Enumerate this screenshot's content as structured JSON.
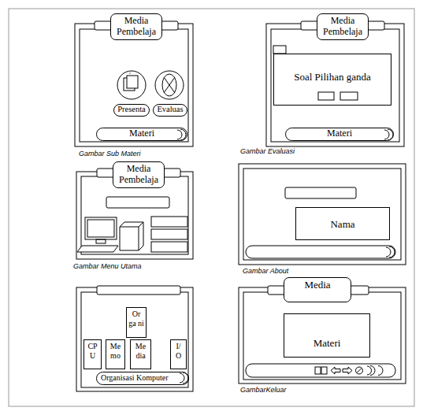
{
  "diagram": {
    "nodes": [
      {
        "text": [
          "Media Pembelaja"
        ]
      },
      {
        "text": [
          "Presenta"
        ]
      },
      {
        "text": [
          "Evaluas"
        ]
      },
      {
        "text": [
          "Materi"
        ]
      },
      {
        "text": [
          "Media Pembelaja"
        ]
      },
      {
        "text": [
          "Soal Pilihan ganda"
        ]
      },
      {
        "text": [
          "Materi"
        ]
      },
      {
        "text": [
          "Media Pembelaja"
        ]
      },
      {
        "text": [
          "Nama"
        ]
      },
      {
        "text": [
          "Or ga ni"
        ]
      },
      {
        "text": [
          "CP U"
        ]
      },
      {
        "text": [
          "Me mo"
        ]
      },
      {
        "text": [
          "Me dia"
        ]
      },
      {
        "text": [
          "I/ O"
        ]
      },
      {
        "text": [
          "Organisasi Komputer"
        ]
      },
      {
        "text": [
          "Media"
        ]
      },
      {
        "text": [
          "Materi"
        ]
      }
    ],
    "labels": [
      "Gambar Sub Materi",
      "Gambar Evaluasi",
      "Gambar Menu Utama",
      "Gambar About",
      "GambarKeluar"
    ]
  }
}
